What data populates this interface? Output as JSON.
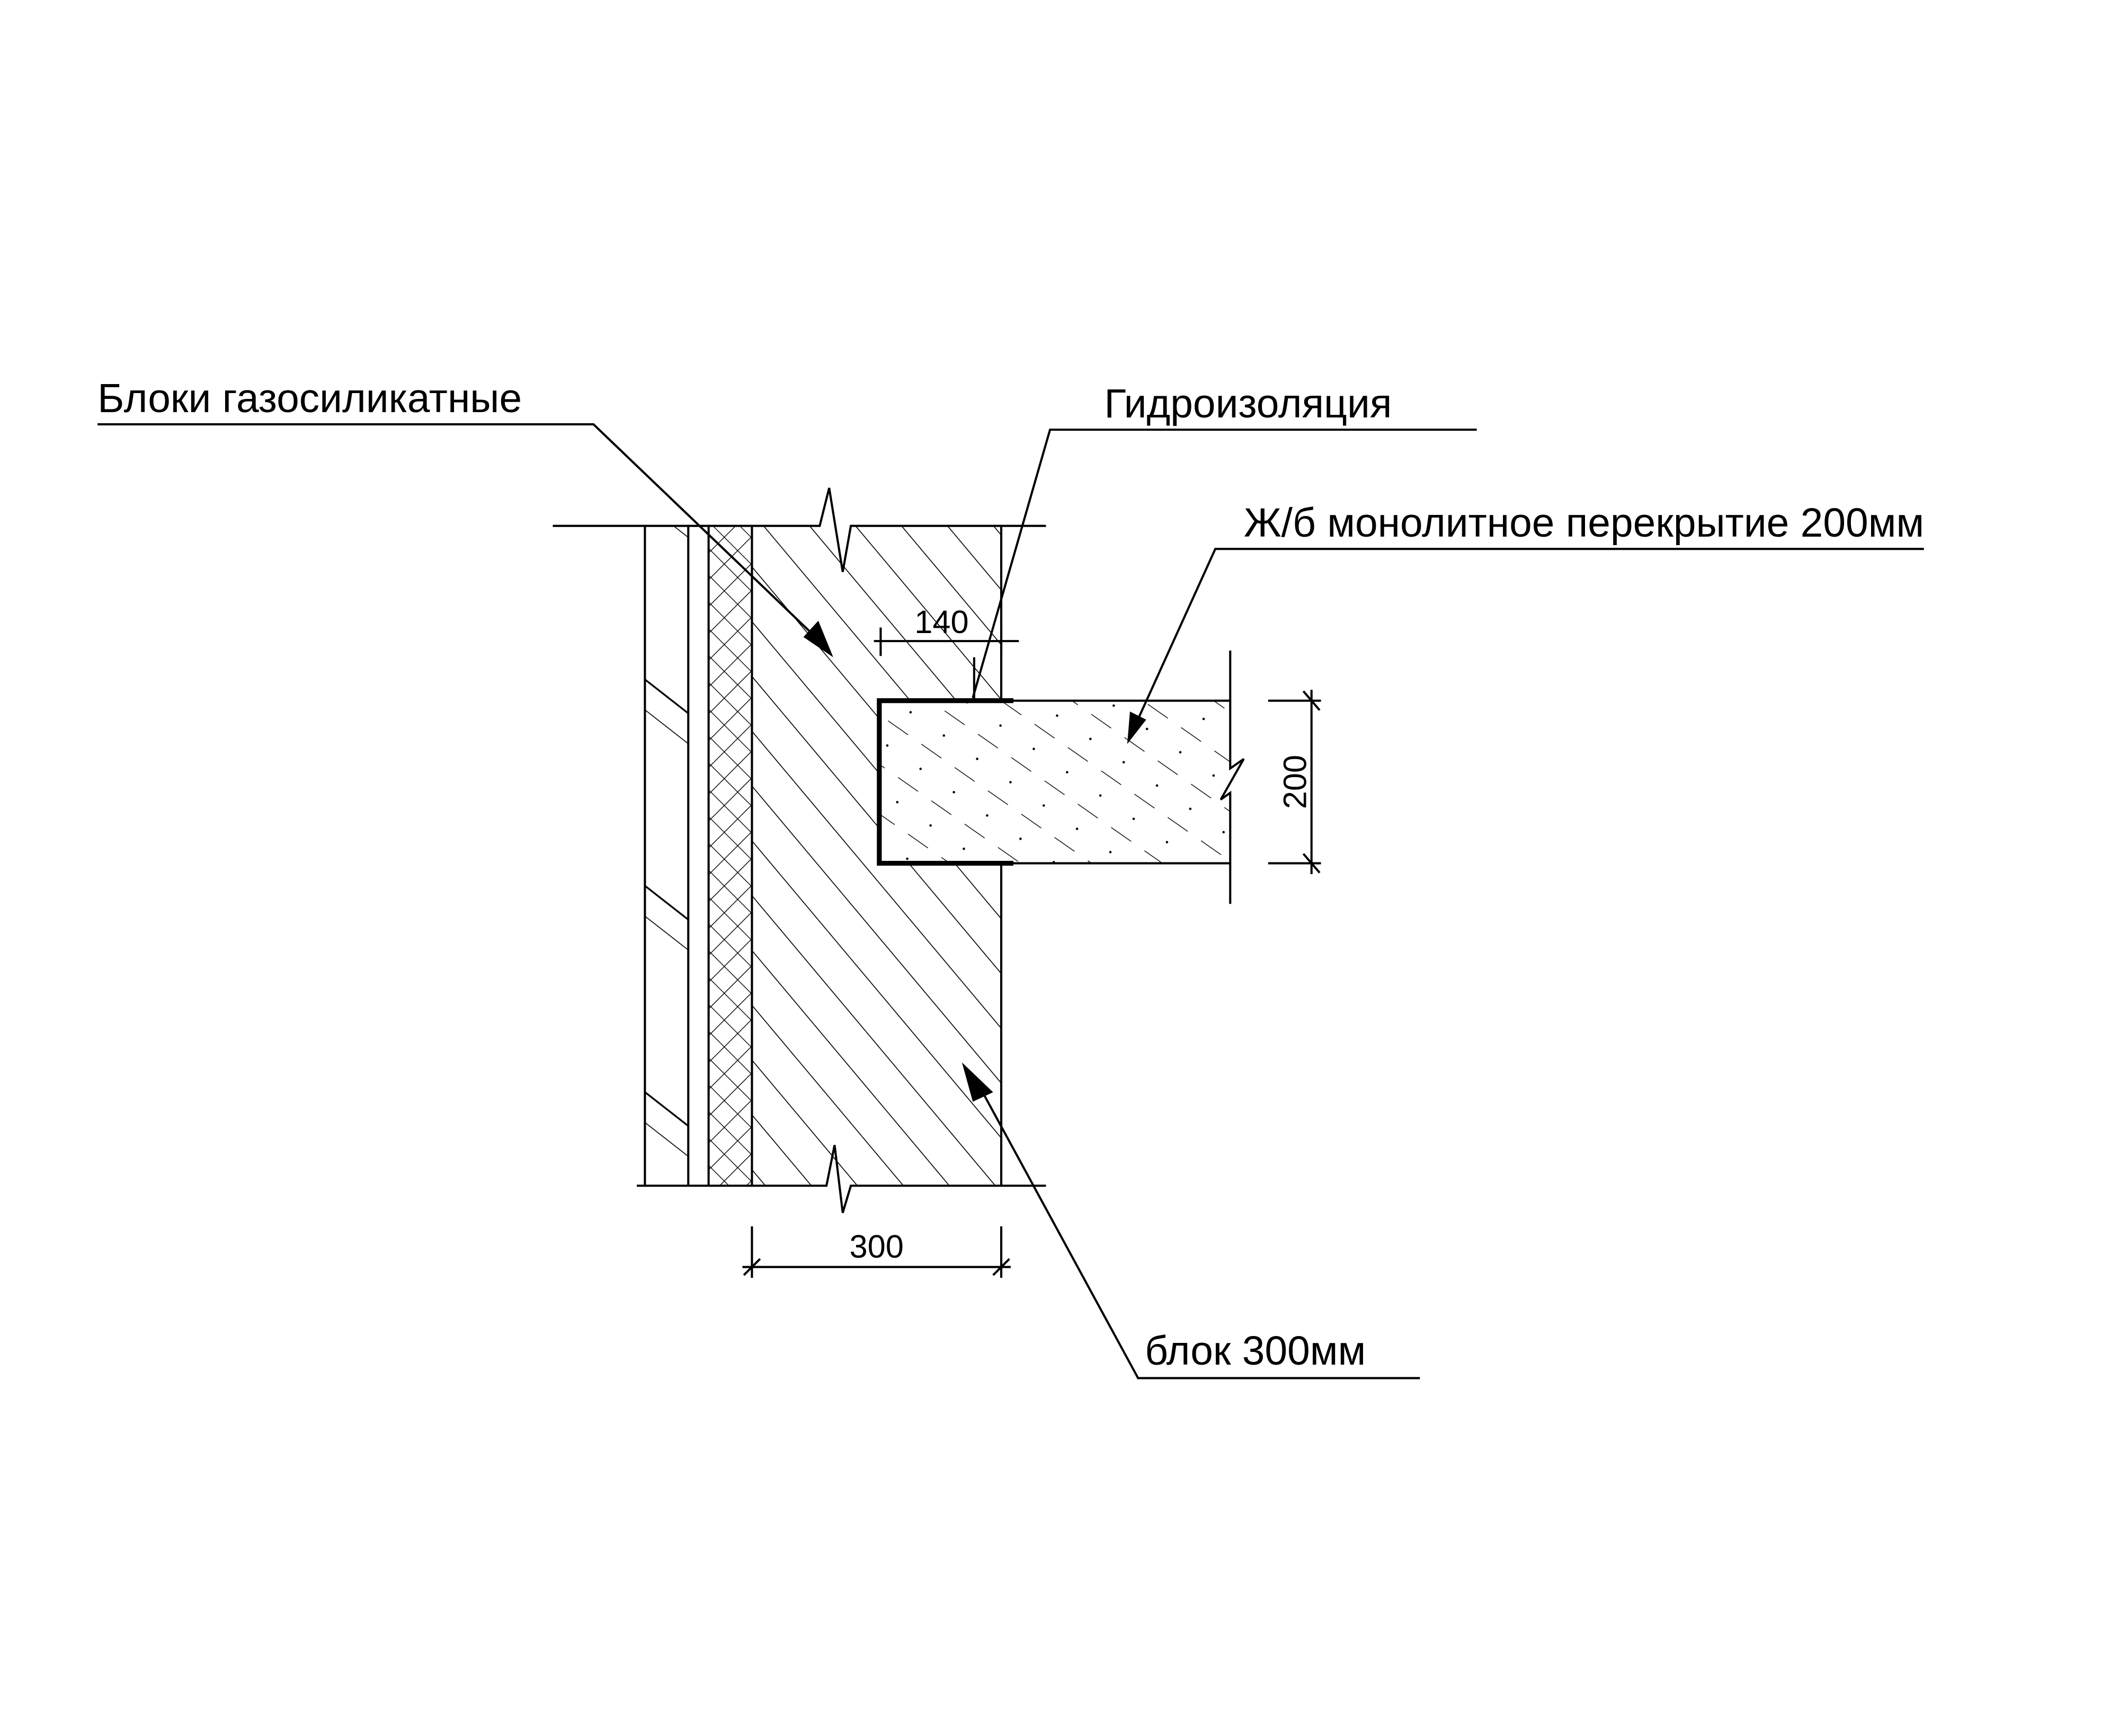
{
  "labels": {
    "gas_silicate_blocks": "Блоки газосиликатные",
    "waterproofing": "Гидроизоляция",
    "rc_slab": "Ж/б монолитное перекрытие 200мм",
    "block": "блок 300мм"
  },
  "dimensions": {
    "bearing_depth": "140",
    "slab_thickness": "200",
    "wall_thickness": "300"
  },
  "colors": {
    "line": "#000000",
    "background": "#ffffff"
  }
}
